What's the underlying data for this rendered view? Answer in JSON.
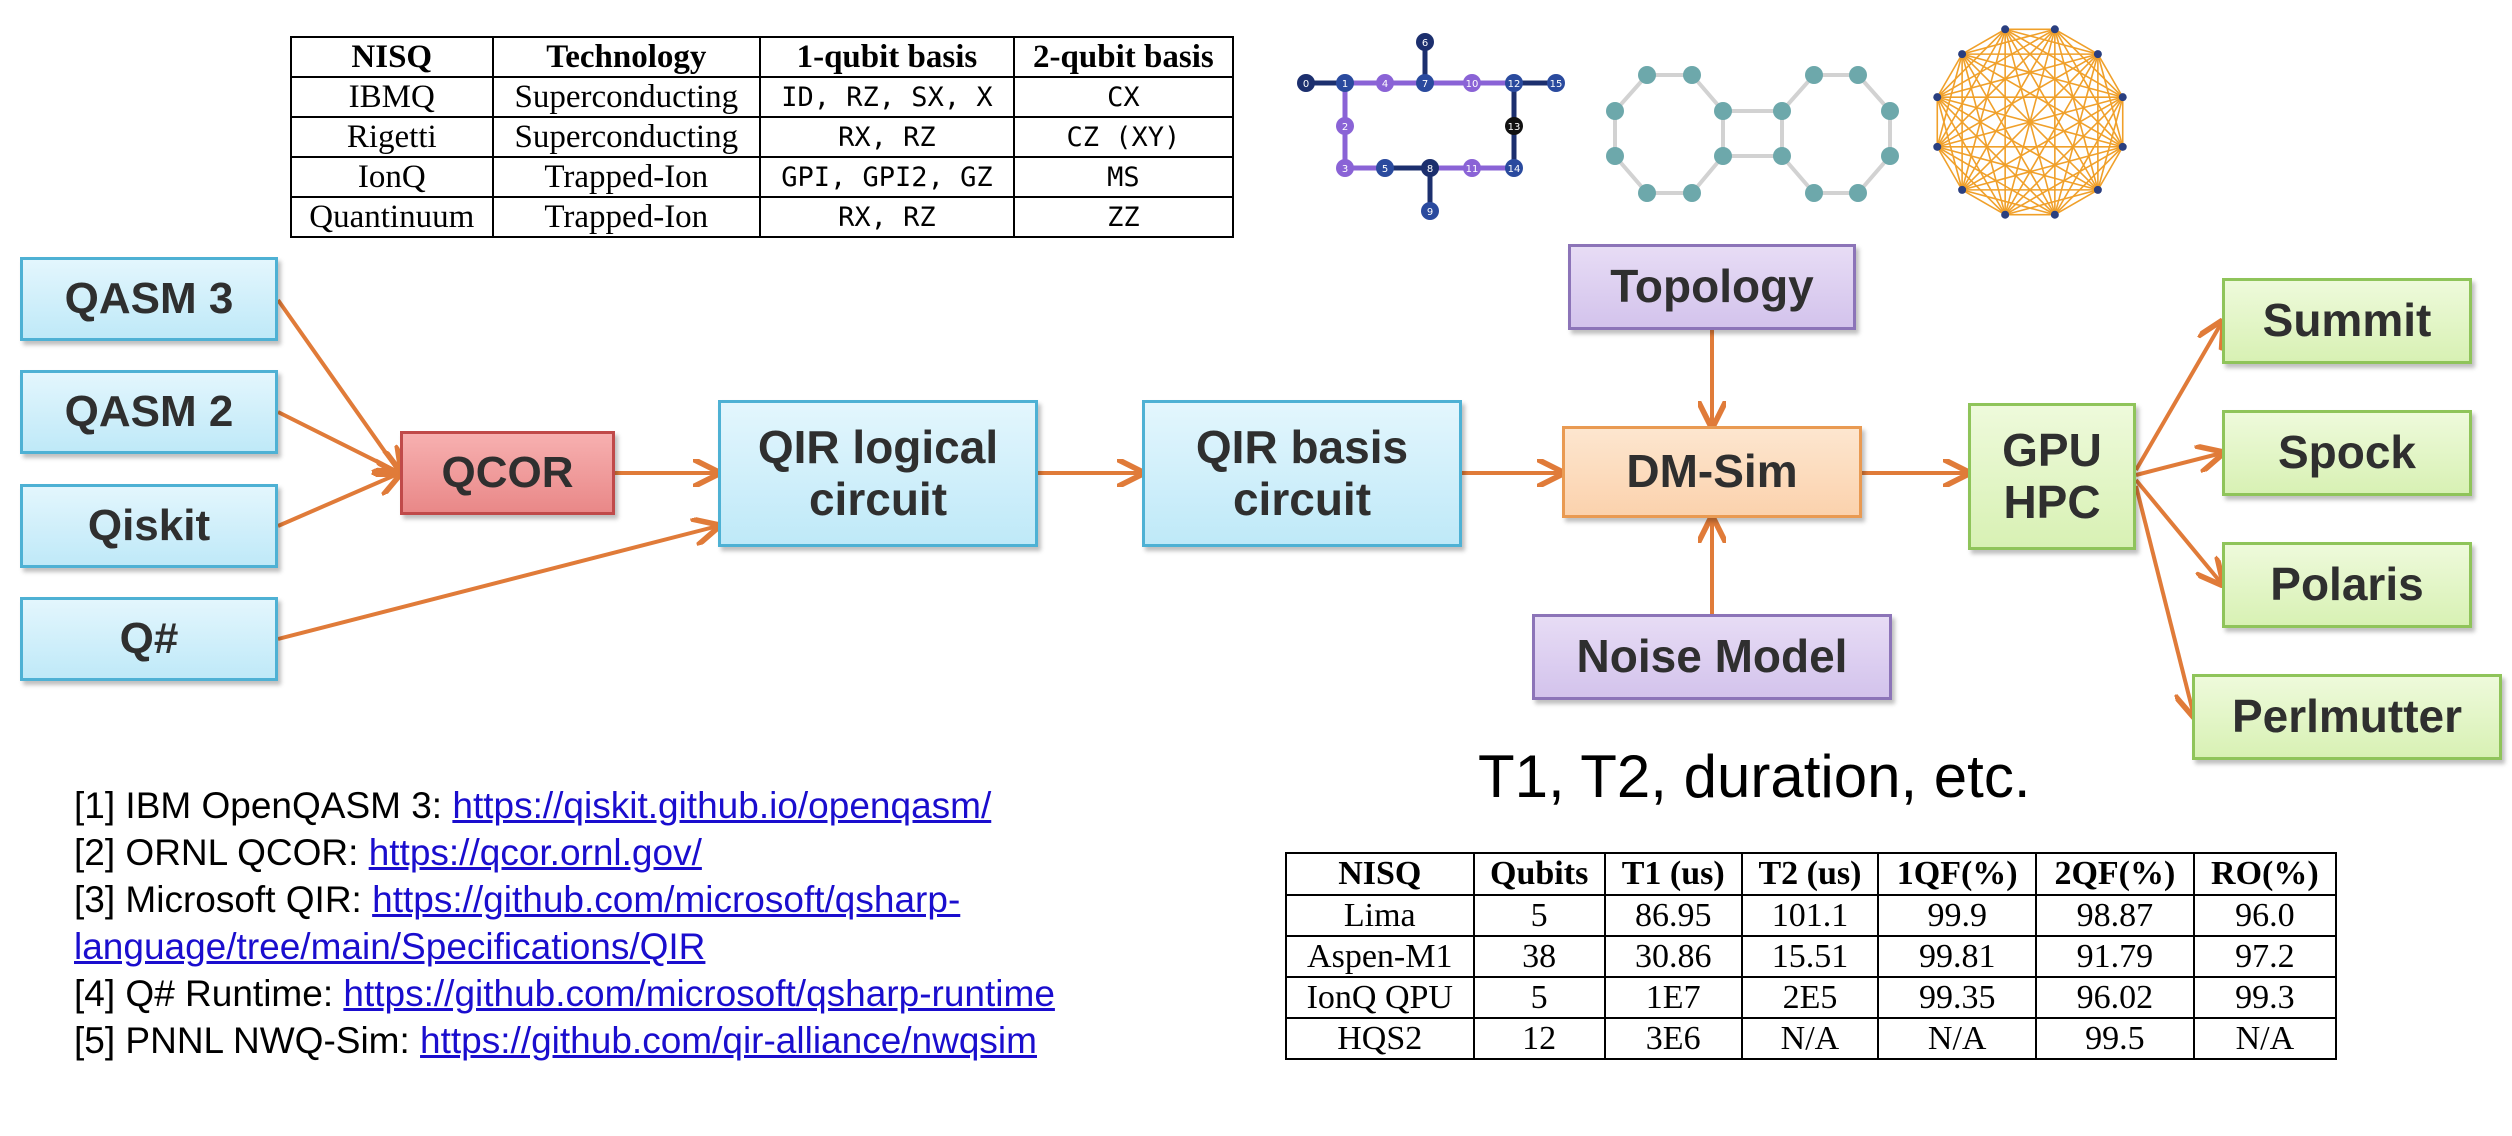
{
  "gate_table": {
    "headers": [
      "NISQ",
      "Technology",
      "1-qubit basis",
      "2-qubit basis"
    ],
    "rows": [
      [
        "IBMQ",
        "Superconducting",
        "ID, RZ, SX, X",
        "CX"
      ],
      [
        "Rigetti",
        "Superconducting",
        "RX, RZ",
        "CZ (XY)"
      ],
      [
        "IonQ",
        "Trapped-Ion",
        "GPI, GPI2, GZ",
        "MS"
      ],
      [
        "Quantinuum",
        "Trapped-Ion",
        "RX, RZ",
        "ZZ"
      ]
    ]
  },
  "topology_graphs": {
    "heavy_hex_labels": [
      "0",
      "1",
      "2",
      "3",
      "4",
      "5",
      "6",
      "7",
      "8",
      "9",
      "10",
      "11",
      "12",
      "13",
      "14",
      "15"
    ],
    "colors": {
      "dark": "#1c2f6e",
      "light": "#8a63d6",
      "teal": "#6da8ab",
      "gold": "#f0a02a",
      "node_blue": "#2a3f80"
    }
  },
  "nodes": {
    "qasm3": "QASM 3",
    "qasm2": "QASM 2",
    "qiskit": "Qiskit",
    "qsharp": "Q#",
    "qcor": "QCOR",
    "qir_logical": "QIR logical\ncircuit",
    "qir_basis": "QIR basis\ncircuit",
    "topology": "Topology",
    "dmsim": "DM-Sim",
    "noise_model": "Noise Model",
    "gpu_hpc": "GPU\nHPC",
    "summit": "Summit",
    "spock": "Spock",
    "polaris": "Polaris",
    "perlmutter": "Perlmutter"
  },
  "noise_caption": "T1, T2, duration, etc.",
  "references": [
    {
      "prefix": "[1] IBM OpenQASM 3: ",
      "link": "https://qiskit.github.io/openqasm/"
    },
    {
      "prefix": "[2] ORNL QCOR: ",
      "link": "https://qcor.ornl.gov/"
    },
    {
      "prefix": "[3] Microsoft QIR: ",
      "link": "https://github.com/microsoft/qsharp-"
    },
    {
      "prefix": "",
      "link": "language/tree/main/Specifications/QIR"
    },
    {
      "prefix": "[4] Q# Runtime: ",
      "link": "https://github.com/microsoft/qsharp-runtime"
    },
    {
      "prefix": "[5] PNNL NWQ-Sim: ",
      "link": "https://github.com/qir-alliance/nwqsim"
    }
  ],
  "device_table": {
    "headers": [
      "NISQ",
      "Qubits",
      "T1 (us)",
      "T2 (us)",
      "1QF(%)",
      "2QF(%)",
      "RO(%)"
    ],
    "rows": [
      [
        "Lima",
        "5",
        "86.95",
        "101.1",
        "99.9",
        "98.87",
        "96.0"
      ],
      [
        "Aspen-M1",
        "38",
        "30.86",
        "15.51",
        "99.81",
        "91.79",
        "97.2"
      ],
      [
        "IonQ QPU",
        "5",
        "1E7",
        "2E5",
        "99.35",
        "96.02",
        "99.3"
      ],
      [
        "HQS2",
        "12",
        "3E6",
        "N/A",
        "N/A",
        "99.5",
        "N/A"
      ]
    ]
  },
  "style": {
    "arrow_color": "#e07b39"
  }
}
